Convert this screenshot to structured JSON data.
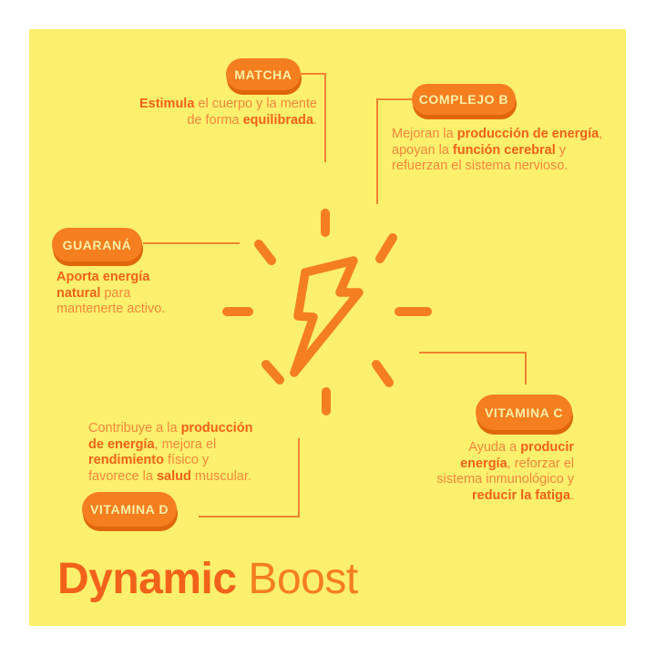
{
  "colors": {
    "page-background": "#FFFFFF",
    "board-background": "#FCF06C",
    "orange-primary": "#F57E1F",
    "orange-dark": "#E0660C",
    "text-bold": "#F2621A",
    "text-regular": "#F5873E",
    "pill-label": "#FFEFA6",
    "connector": "#EF8330"
  },
  "title": {
    "bold": "Dynamic",
    "regular": " Boost"
  },
  "center_icon": "lightning-bolt",
  "nodes": {
    "matcha": {
      "label": "MATCHA",
      "description": [
        [
          "b",
          "Estimula"
        ],
        [
          "r",
          " el cuerpo y la mente\nde forma "
        ],
        [
          "b",
          "equilibrada"
        ],
        [
          "r",
          "."
        ]
      ]
    },
    "complejo_b": {
      "label": "COMPLEJO B",
      "description": [
        [
          "r",
          "Mejoran la "
        ],
        [
          "b",
          "producción de energía"
        ],
        [
          "r",
          ",\napoyan la "
        ],
        [
          "b",
          "función cerebral"
        ],
        [
          "r",
          " y\nrefuerzan el sistema nervioso."
        ]
      ]
    },
    "guarana": {
      "label": "GUARANÁ",
      "description": [
        [
          "b",
          "Aporta energía\nnatural"
        ],
        [
          "r",
          " para\nmantenerte activo."
        ]
      ]
    },
    "vitamina_c": {
      "label": "VITAMINA C",
      "description": [
        [
          "r",
          "Ayuda a "
        ],
        [
          "b",
          "producir\nenergía"
        ],
        [
          "r",
          ", reforzar el\nsistema inmunológico y\n"
        ],
        [
          "b",
          "reducir la fatiga"
        ],
        [
          "r",
          "."
        ]
      ]
    },
    "vitamina_d": {
      "label": "VITAMINA D",
      "description": [
        [
          "r",
          "Contribuye a la "
        ],
        [
          "b",
          "producción\nde energía"
        ],
        [
          "r",
          ", mejora el\n"
        ],
        [
          "b",
          "rendimiento"
        ],
        [
          "r",
          " físico y\nfavorece la "
        ],
        [
          "b",
          "salud"
        ],
        [
          "r",
          " muscular."
        ]
      ]
    }
  }
}
